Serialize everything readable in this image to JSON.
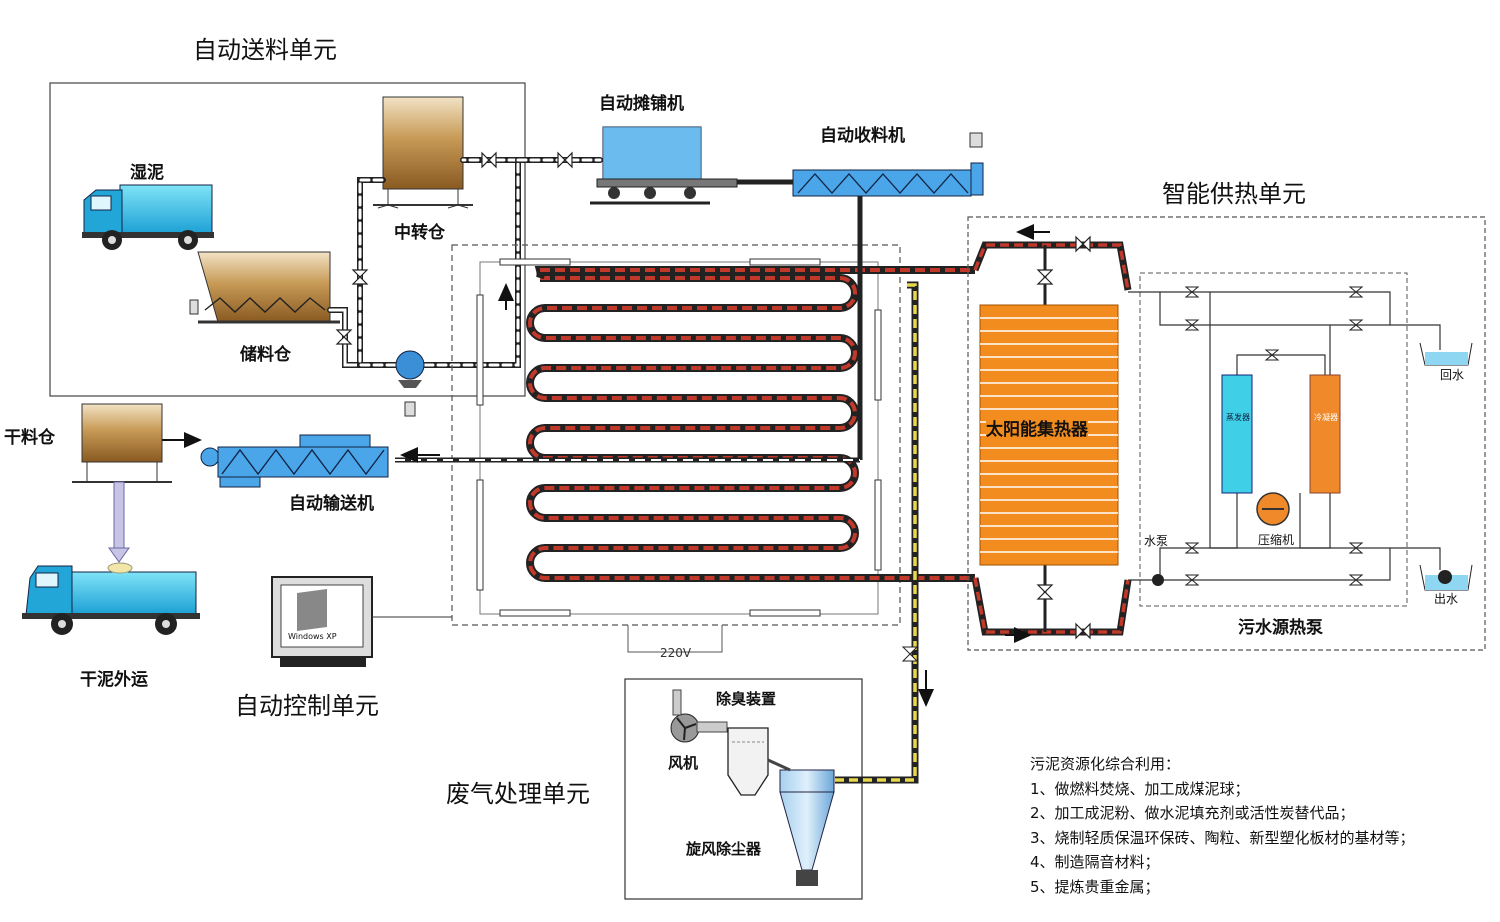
{
  "units": {
    "feeding": "自动送料单元",
    "heating": "智能供热单元",
    "control": "自动控制单元",
    "exhaust": "废气处理单元"
  },
  "labels": {
    "wet_sludge": "湿泥",
    "storage_bin": "储料仓",
    "transfer_bin": "中转仓",
    "spreader": "自动摊铺机",
    "collector": "自动收料机",
    "dry_bin": "干料仓",
    "conveyor": "自动输送机",
    "dry_transport": "干泥外运",
    "solar_collector": "太阳能集热器",
    "heat_pump": "污水源热泵",
    "pump": "水泵",
    "compressor": "压缩机",
    "return_water": "回水",
    "outlet_water": "出水",
    "deodorizer": "除臭装置",
    "fan": "风机",
    "cyclone": "旋风除尘器",
    "voltage": "220V",
    "evaporator": "蒸发器",
    "condenser": "冷凝器",
    "monitor_brand": "Windows XP"
  },
  "notes": {
    "title": "污泥资源化综合利用：",
    "items": [
      "1、做燃料焚烧、加工成煤泥球；",
      "2、加工成泥粉、做水泥填充剂或活性炭替代品；",
      "3、烧制轻质保温环保砖、陶粒、新型塑化板材的基材等；",
      "4、制造隔音材料；",
      "5、提炼贵重金属；"
    ]
  },
  "colors": {
    "pipe_red": "#c0392b",
    "sludge_brown": "#b58a4a",
    "water_blue": "#3fb3e8",
    "collector_orange": "#f28c1e",
    "exhaust_yellow": "#e8d84a",
    "evaporator_cyan": "#3fd0e8",
    "condenser_orange": "#f0892a"
  }
}
